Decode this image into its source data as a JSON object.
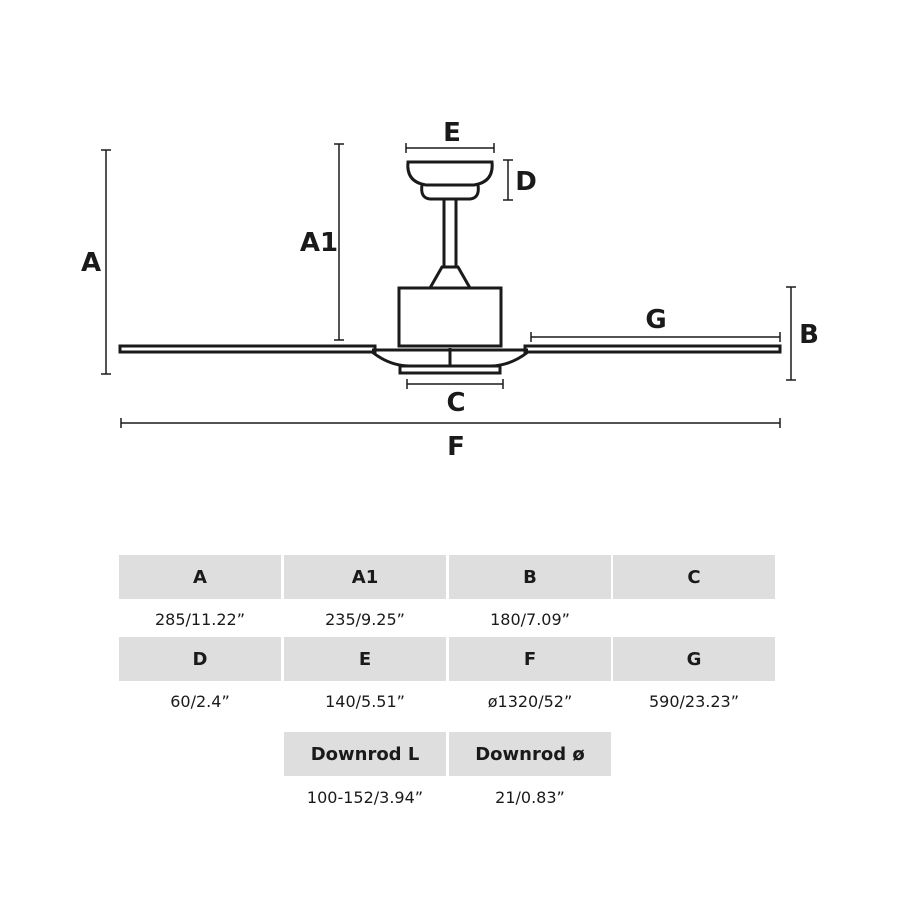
{
  "diagram": {
    "labels": {
      "a": "A",
      "a1": "A1",
      "b": "B",
      "c": "C",
      "d": "D",
      "e": "E",
      "f": "F",
      "g": "G"
    }
  },
  "specs": {
    "rows": [
      [
        {
          "key": "A",
          "value": "285/11.22”"
        },
        {
          "key": "A1",
          "value": "235/9.25”"
        },
        {
          "key": "B",
          "value": "180/7.09”"
        },
        {
          "key": "C",
          "value": ""
        }
      ],
      [
        {
          "key": "D",
          "value": "60/2.4”"
        },
        {
          "key": "E",
          "value": "140/5.51”"
        },
        {
          "key": "F",
          "value": "ø1320/52”"
        },
        {
          "key": "G",
          "value": "590/23.23”"
        }
      ],
      [
        {
          "key": "Downrod L",
          "value": "100-152/3.94”"
        },
        {
          "key": "Downrod ø",
          "value": "21/0.83”"
        }
      ]
    ]
  },
  "colors": {
    "line": "#1a1a1a",
    "header_fill": "#dedede"
  }
}
